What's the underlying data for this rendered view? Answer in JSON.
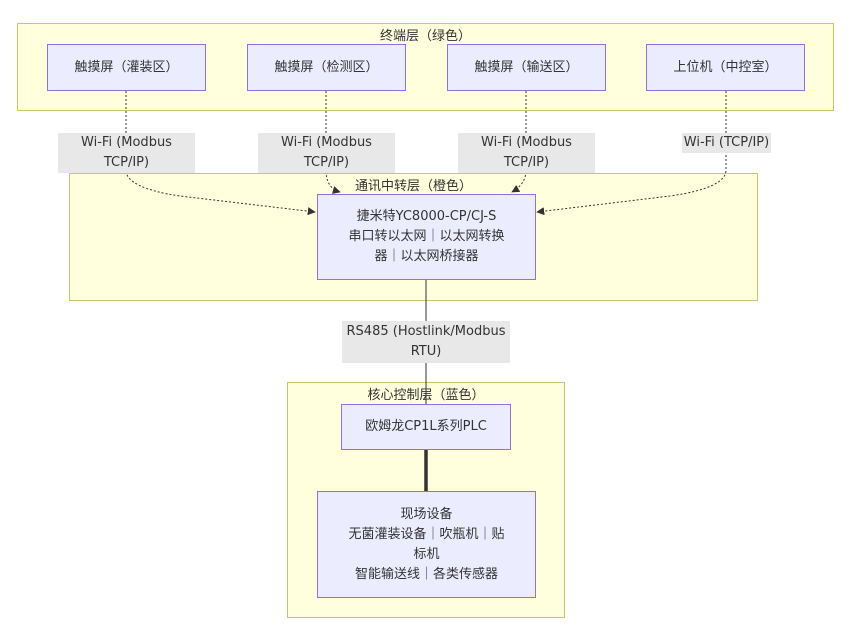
{
  "layers": {
    "terminal": {
      "title": "终端层（绿色）"
    },
    "relay": {
      "title": "通讯中转层（橙色）"
    },
    "core": {
      "title": "核心控制层（蓝色）"
    }
  },
  "nodes": {
    "hmi_filling": "触摸屏（灌装区）",
    "hmi_inspection": "触摸屏（检测区）",
    "hmi_conveying": "触摸屏（输送区）",
    "host_pc": "上位机（中控室）",
    "gateway": [
      "捷米特YC8000-CP/CJ-S",
      "串口转以太网｜以太网转换",
      "器｜以太网桥接器"
    ],
    "plc": "欧姆龙CP1L系列PLC",
    "field_devices": [
      "现场设备",
      "无菌灌装设备｜吹瓶机｜贴",
      "标机",
      "智能输送线｜各类传感器"
    ]
  },
  "edge_labels": {
    "e1": "Wi-Fi (Modbus TCP/IP)",
    "e2": "Wi-Fi (Modbus TCP/IP)",
    "e3": "Wi-Fi (Modbus TCP/IP)",
    "e4": "Wi-Fi (TCP/IP)",
    "rs485": [
      "RS485 (Hostlink/Modbus",
      "RTU)"
    ]
  }
}
